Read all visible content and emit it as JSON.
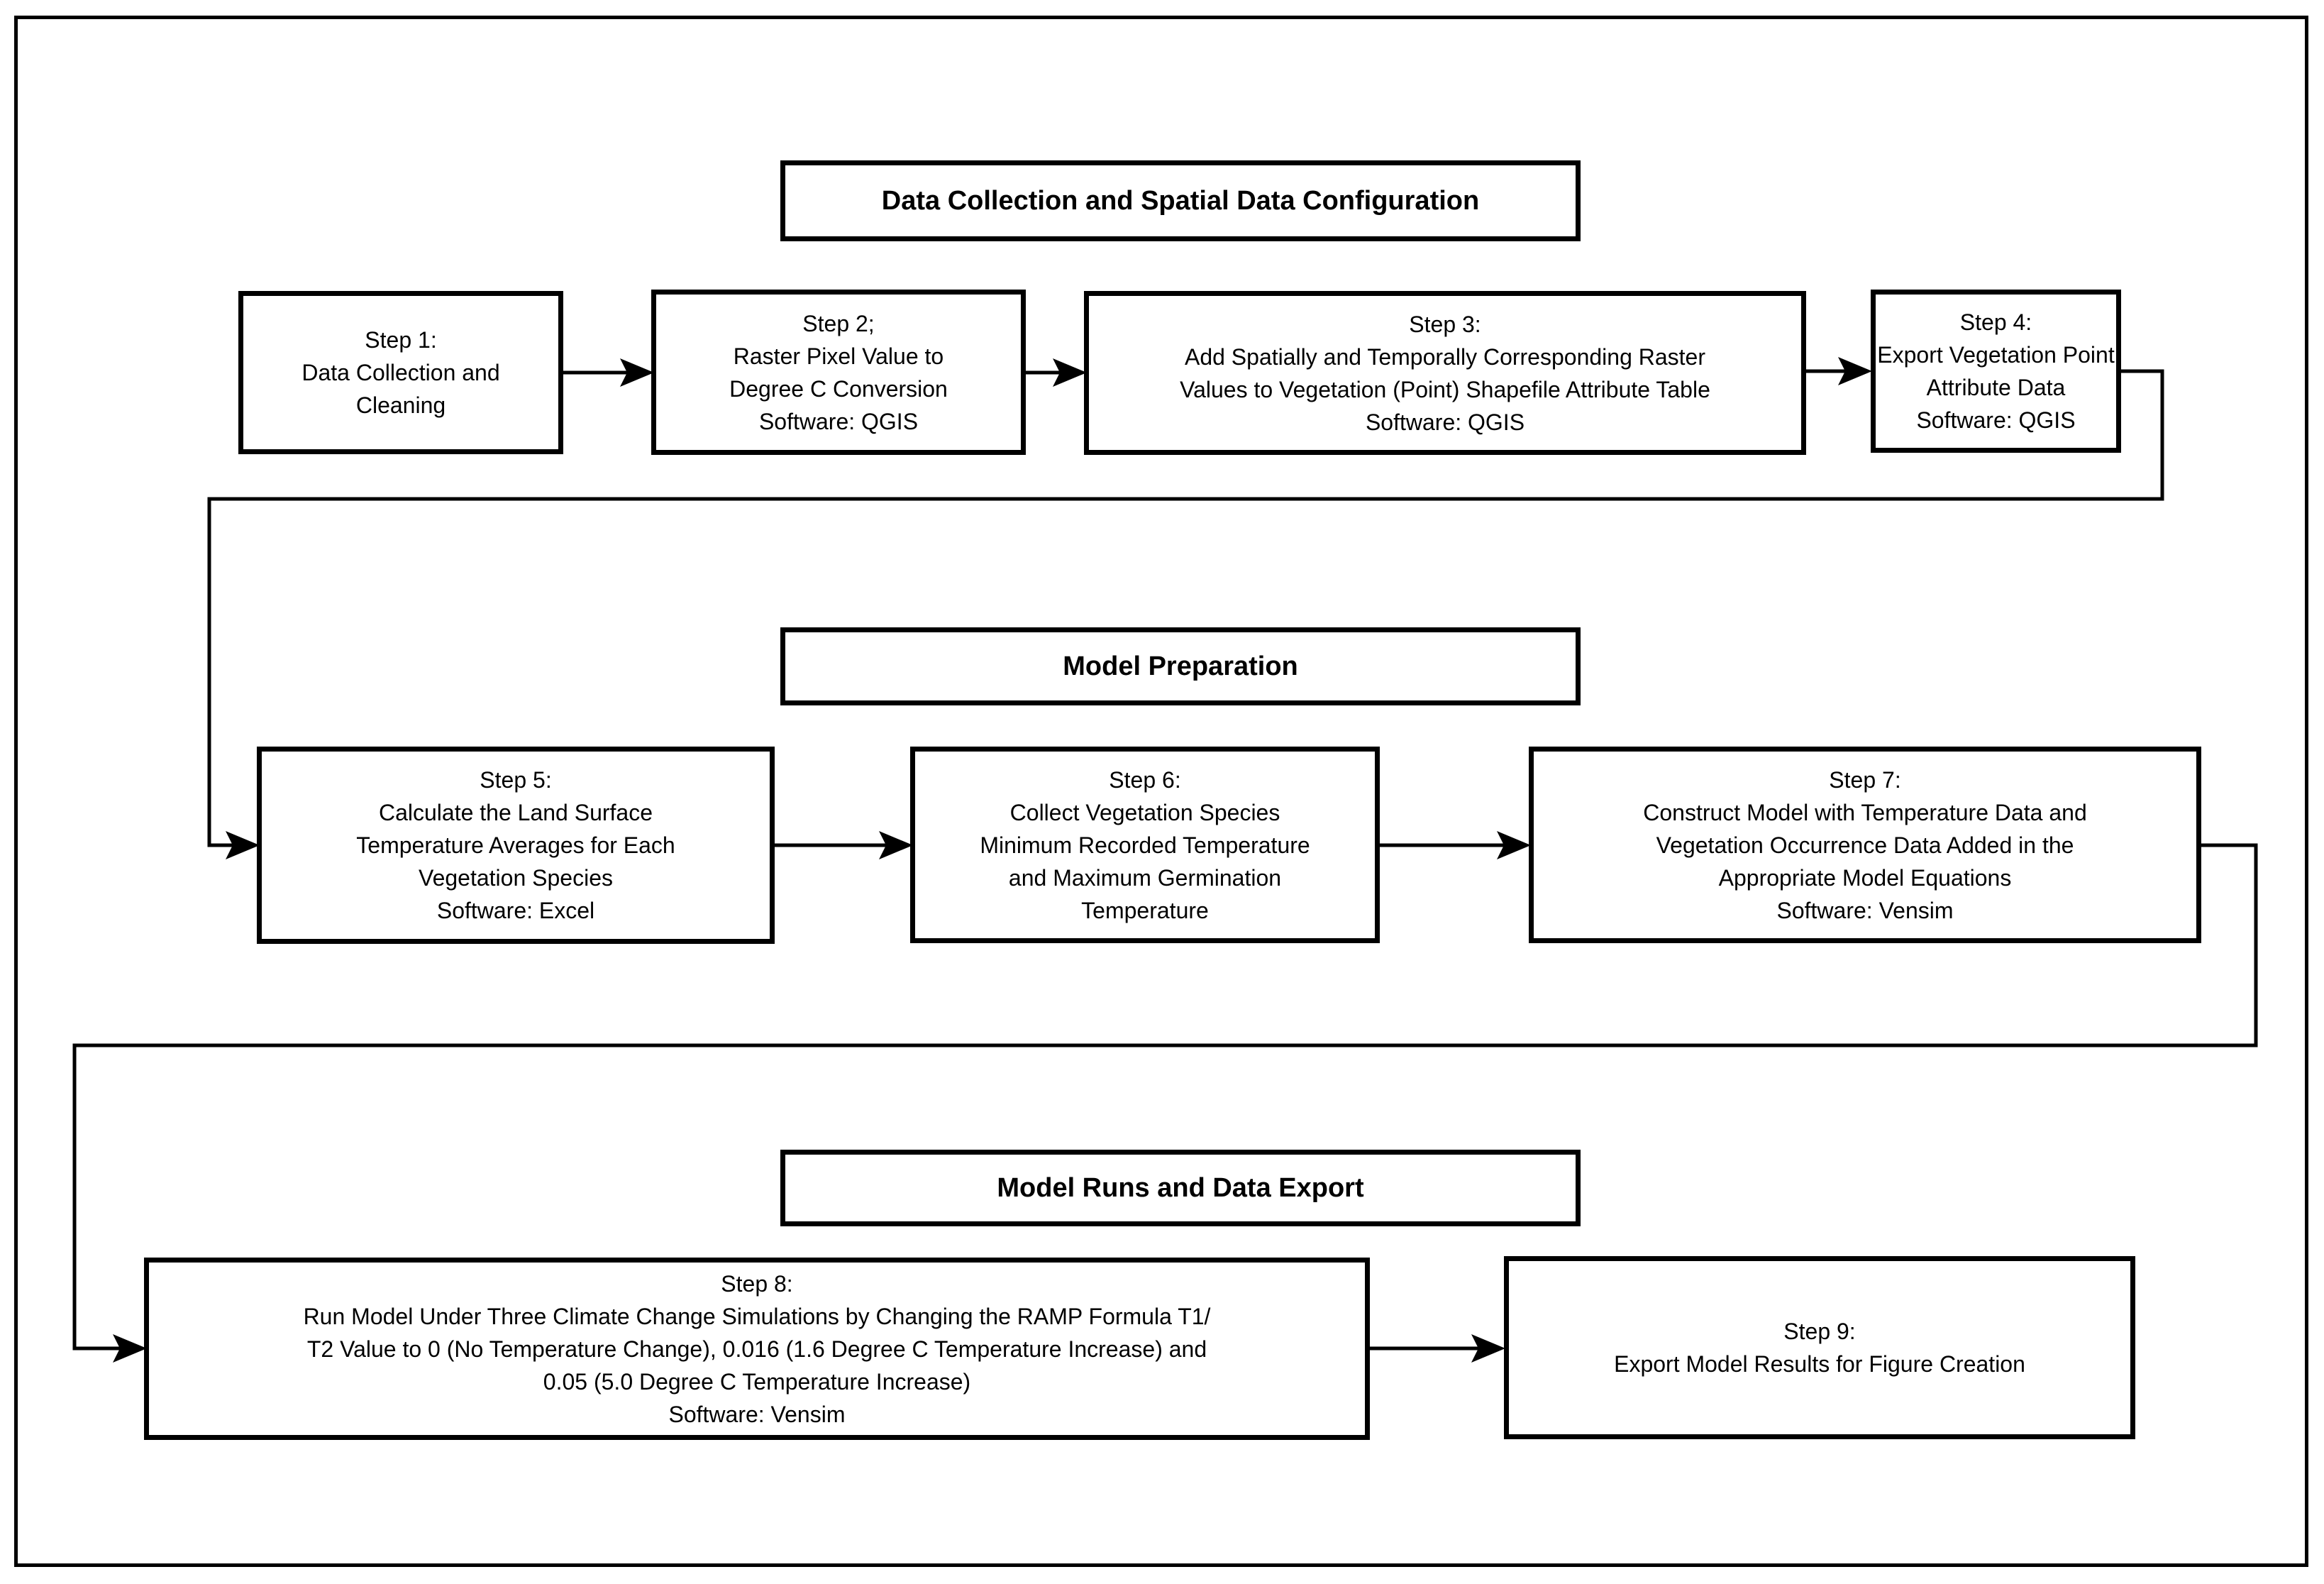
{
  "diagram": {
    "sections": [
      {
        "title": "Data Collection and Spatial Data Configuration"
      },
      {
        "title": "Model Preparation"
      },
      {
        "title": "Model Runs and Data Export"
      }
    ],
    "steps": [
      {
        "label": "Step 1:\nData Collection and\nCleaning"
      },
      {
        "label": "Step 2;\nRaster Pixel Value to\nDegree C Conversion\nSoftware: QGIS"
      },
      {
        "label": "Step 3:\nAdd Spatially and Temporally Corresponding Raster\nValues to Vegetation (Point) Shapefile Attribute Table\nSoftware: QGIS"
      },
      {
        "label": "Step 4:\nExport Vegetation Point\nAttribute Data\nSoftware: QGIS"
      },
      {
        "label": "Step 5:\nCalculate the Land Surface\nTemperature Averages for Each\nVegetation Species\nSoftware: Excel"
      },
      {
        "label": "Step 6:\nCollect Vegetation Species\nMinimum Recorded Temperature\nand Maximum Germination\nTemperature"
      },
      {
        "label": "Step 7:\nConstruct Model with Temperature Data and\nVegetation Occurrence Data Added in the\nAppropriate Model Equations\nSoftware: Vensim"
      },
      {
        "label": "Step 8:\nRun Model Under Three Climate Change Simulations by Changing the RAMP Formula T1/\nT2 Value to 0 (No Temperature Change), 0.016 (1.6 Degree C Temperature Increase) and\n0.05 (5.0 Degree C Temperature Increase)\nSoftware: Vensim"
      },
      {
        "label": "Step 9:\nExport Model Results for Figure Creation"
      }
    ],
    "colors": {
      "line": "#000000",
      "box_fill": "#ffffff",
      "background": "#ffffff"
    }
  }
}
